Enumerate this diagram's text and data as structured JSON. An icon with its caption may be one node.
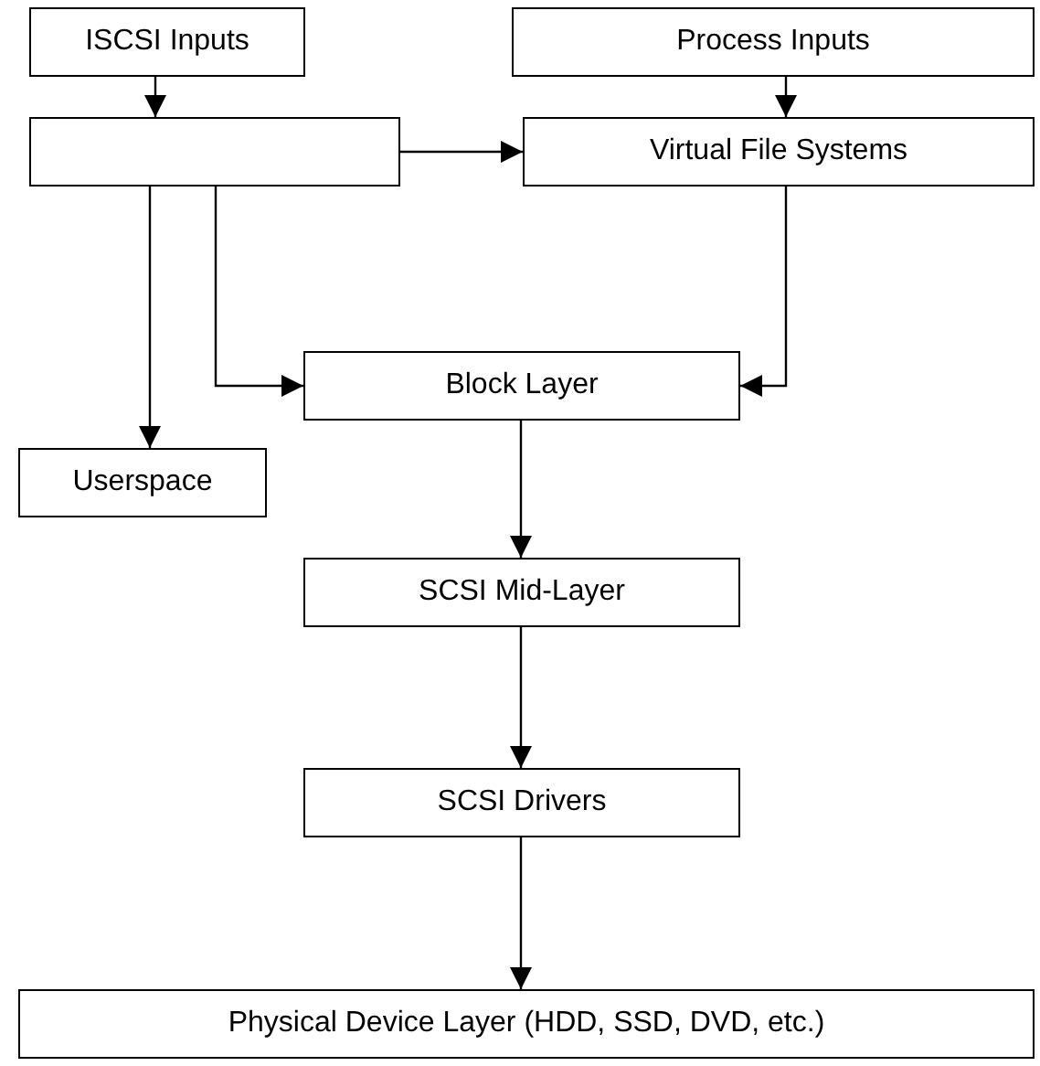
{
  "diagram": {
    "nodes": [
      {
        "text": [
          "ISCSI Inputs"
        ]
      },
      {
        "text": [
          "Process Inputs"
        ]
      },
      {
        "text": [],
        "shape": "box"
      },
      {
        "text": [
          "Virtual File Systems"
        ]
      },
      {
        "text": [
          "Block Layer"
        ]
      },
      {
        "text": [
          "Userspace"
        ]
      },
      {
        "text": [
          "SCSI Mid-Layer"
        ]
      },
      {
        "text": [
          "SCSI Drivers"
        ]
      },
      {
        "text": [
          "Physical Device Layer (HDD, SSD, DVD, etc.)"
        ]
      }
    ],
    "edges": [
      {
        "from": 0,
        "to": 2,
        "arrow": "to"
      },
      {
        "from": 1,
        "to": 3,
        "arrow": "to"
      },
      {
        "from": 2,
        "to": 3,
        "arrow": "to"
      },
      {
        "from": 2,
        "to": 4,
        "arrow": "to"
      },
      {
        "from": 2,
        "to": 5,
        "arrow": "to"
      },
      {
        "from": 3,
        "to": 4,
        "arrow": "to"
      },
      {
        "from": 4,
        "to": 6,
        "arrow": "to"
      },
      {
        "from": 6,
        "to": 7,
        "arrow": "to"
      },
      {
        "from": 7,
        "to": 8,
        "arrow": "to"
      }
    ]
  }
}
